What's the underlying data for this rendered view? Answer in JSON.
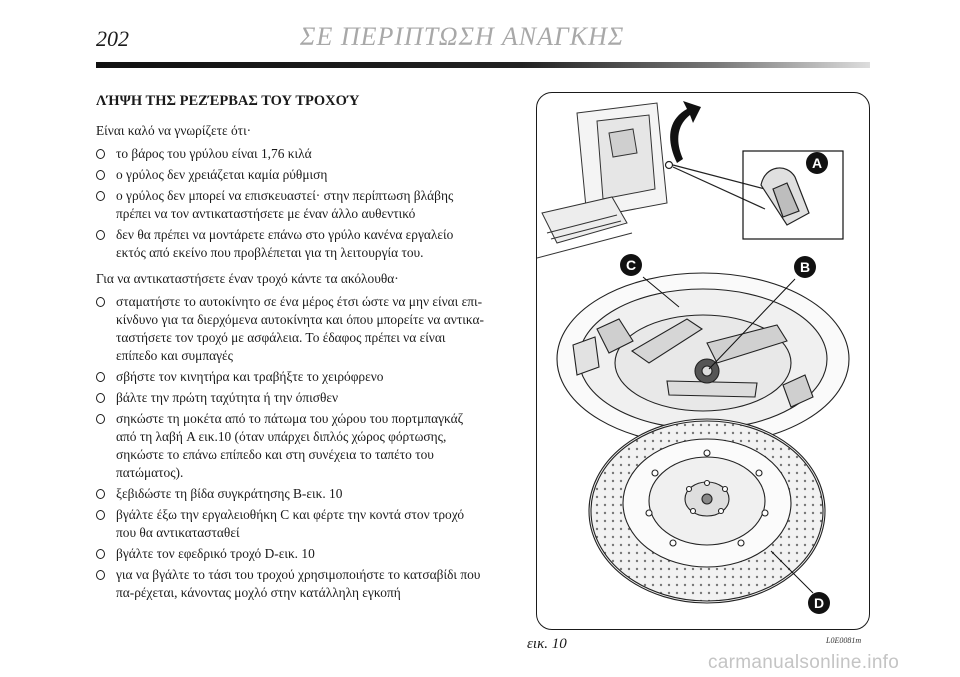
{
  "header": {
    "page_number": "202",
    "section": "ΣΕ ΠΕΡΙΠΤΩΣΗ ΑΝΑΓΚΗΣ"
  },
  "article": {
    "title": "ΛΉΨΗ ΤΗΣ ΡΕΖΈΡΒΑΣ ΤΟΥ ΤΡΟΧΟΎ",
    "intro_1": "Είναι καλό να γνωρίζετε ότι·",
    "list_1": [
      "το βάρος του γρύλου είναι 1,76 κιλά",
      "ο γρύλος δεν χρειάζεται καμία ρύθμιση",
      "ο γρύλος δεν μπορεί να επισκευαστεί· στην περίπτωση βλάβης πρέπει να τον αντικαταστήσετε με έναν άλλο αυθεντικό",
      "δεν θα πρέπει να μοντάρετε επάνω στο γρύλο κανένα εργαλείο εκτός από εκείνο που προβλέπεται για τη λειτουργία του."
    ],
    "intro_2": "Για να αντικαταστήσετε έναν τροχό κάντε τα ακόλουθα·",
    "list_2": [
      "σταματήστε το αυτοκίνητο σε ένα μέρος έτσι ώστε να μην είναι επι-κίνδυνο για τα διερχόμενα αυτοκίνητα και όπου μπορείτε να αντικα-ταστήσετε τον τροχό με ασφάλεια. Το έδαφος πρέπει να είναι επίπεδο και συμπαγές",
      "σβήστε τον κινητήρα και τραβήξτε το χειρόφρενο",
      "βάλτε την πρώτη ταχύτητα ή την όπισθεν",
      "σηκώστε τη μοκέτα από το πάτωμα του χώρου του πορτμπαγκάζ από τη λαβή A εικ.10 (όταν υπάρχει διπλός χώρος φόρτωσης, σηκώστε το επάνω επίπεδο και στη συνέχεια το ταπέτο του πατώματος).",
      "ξεβιδώστε τη βίδα συγκράτησης B-εικ. 10",
      "βγάλτε έξω την εργαλειοθήκη C και φέρτε την κοντά στον τροχό που θα αντικατασταθεί",
      "βγάλτε τον εφεδρικό τροχό D-εικ. 10",
      "για να βγάλτε το τάσι του τροχού χρησιμοποιήστε το κατσαβίδι που πα-ρέχεται, κάνοντας μοχλό στην κατάλληλη εγκοπή"
    ]
  },
  "figure": {
    "caption": "εικ. 10",
    "code": "L0E0081m",
    "callouts": {
      "a": "A",
      "b": "B",
      "c": "C",
      "d": "D"
    }
  },
  "watermark": "carmanualsonline.info"
}
